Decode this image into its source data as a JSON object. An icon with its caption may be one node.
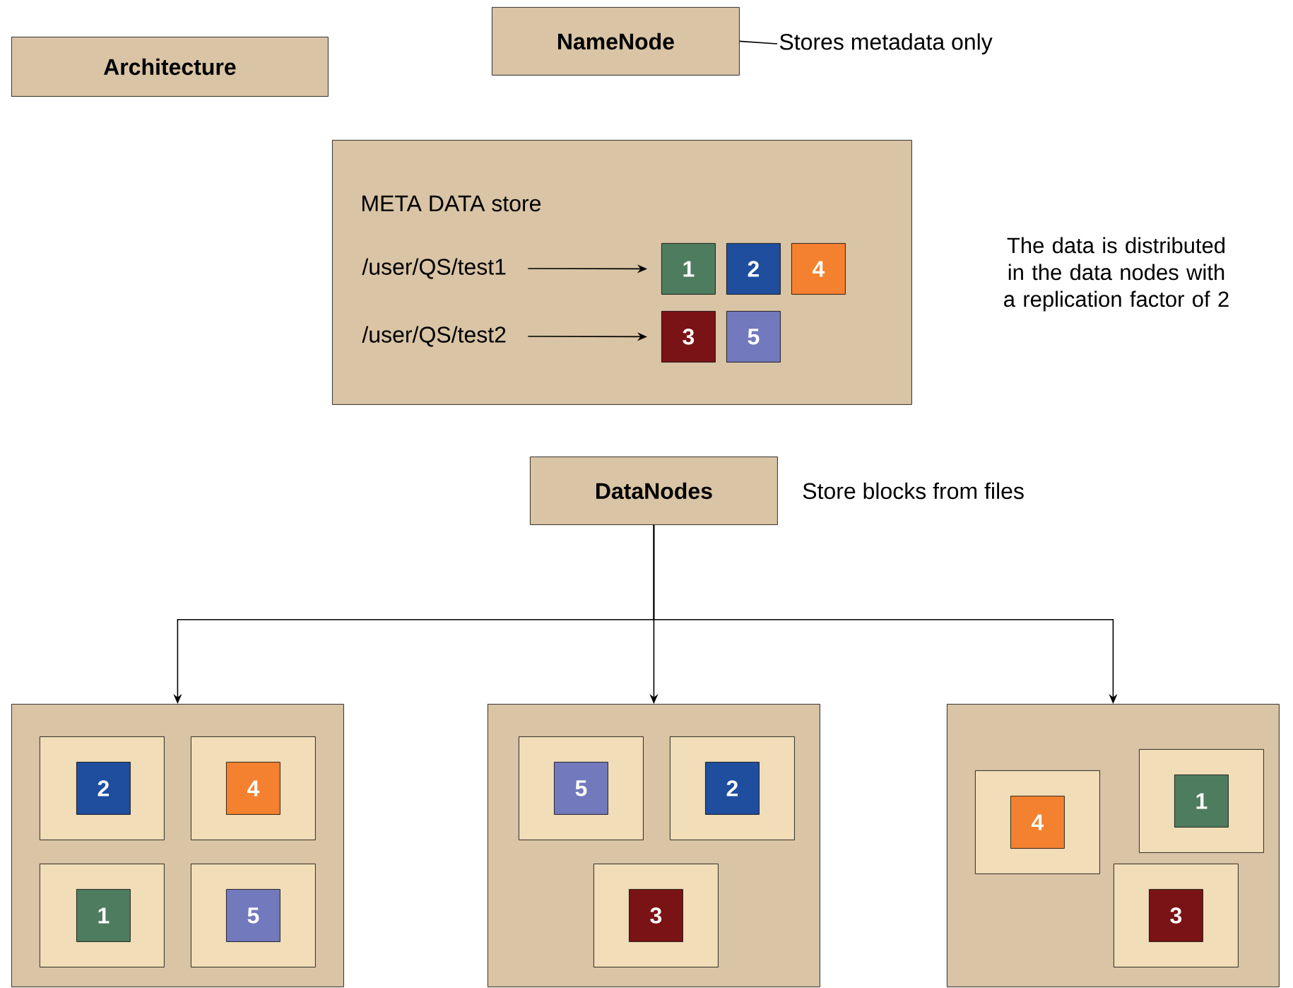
{
  "diagram": {
    "title": "Architecture",
    "nodes": [
      {
        "text": [
          "NameNode"
        ]
      },
      {
        "text": [
          "Stores metadata only"
        ]
      },
      {
        "text": [
          "META DATA store"
        ]
      },
      {
        "text": [
          "/user/QS/test1"
        ],
        "in": 2
      },
      {
        "text": [
          "/user/QS/test2"
        ],
        "in": 2
      },
      {
        "text": [
          "1"
        ],
        "in": 2
      },
      {
        "text": [
          "2"
        ],
        "in": 2
      },
      {
        "text": [
          "4"
        ],
        "in": 2
      },
      {
        "text": [
          "3"
        ],
        "in": 2
      },
      {
        "text": [
          "5"
        ],
        "in": 2
      },
      {
        "text": [
          "DataNodes"
        ],
        "beside": [
          "Store blocks from files"
        ]
      },
      {
        "text": [],
        "shape": "box"
      },
      {
        "text": [],
        "shape": "box",
        "in": 11
      },
      {
        "text": [
          "2"
        ],
        "in": 12
      },
      {
        "text": [],
        "shape": "box",
        "in": 11
      },
      {
        "text": [
          "4"
        ],
        "in": 14
      },
      {
        "text": [],
        "shape": "box",
        "in": 11
      },
      {
        "text": [
          "1"
        ],
        "in": 16
      },
      {
        "text": [],
        "shape": "box",
        "in": 11
      },
      {
        "text": [
          "5"
        ],
        "in": 18
      },
      {
        "text": [],
        "shape": "box"
      },
      {
        "text": [],
        "shape": "box",
        "in": 20
      },
      {
        "text": [
          "5"
        ],
        "in": 21
      },
      {
        "text": [],
        "shape": "box",
        "in": 20
      },
      {
        "text": [
          "2"
        ],
        "in": 23
      },
      {
        "text": [],
        "shape": "box",
        "in": 20
      },
      {
        "text": [
          "3"
        ],
        "in": 25
      },
      {
        "text": [],
        "shape": "box"
      },
      {
        "text": [],
        "shape": "box",
        "in": 27
      },
      {
        "text": [
          "4"
        ],
        "in": 28
      },
      {
        "text": [],
        "shape": "box",
        "in": 27
      },
      {
        "text": [
          "1"
        ],
        "in": 30
      },
      {
        "text": [],
        "shape": "box",
        "in": 27
      },
      {
        "text": [
          "3"
        ],
        "in": 32
      }
    ],
    "edges": [
      {
        "from": 0,
        "to": 1,
        "arrow": "none"
      },
      {
        "from": 3,
        "to": 5,
        "arrow": "to"
      },
      {
        "from": 4,
        "to": 8,
        "arrow": "to"
      },
      {
        "from": 10,
        "to": 11,
        "arrow": "to"
      },
      {
        "from": 10,
        "to": 20,
        "arrow": "to"
      },
      {
        "from": 10,
        "to": 27,
        "arrow": "to"
      }
    ],
    "labels": [
      "The data is distributed in the data nodes with a replication factor of 2"
    ]
  }
}
